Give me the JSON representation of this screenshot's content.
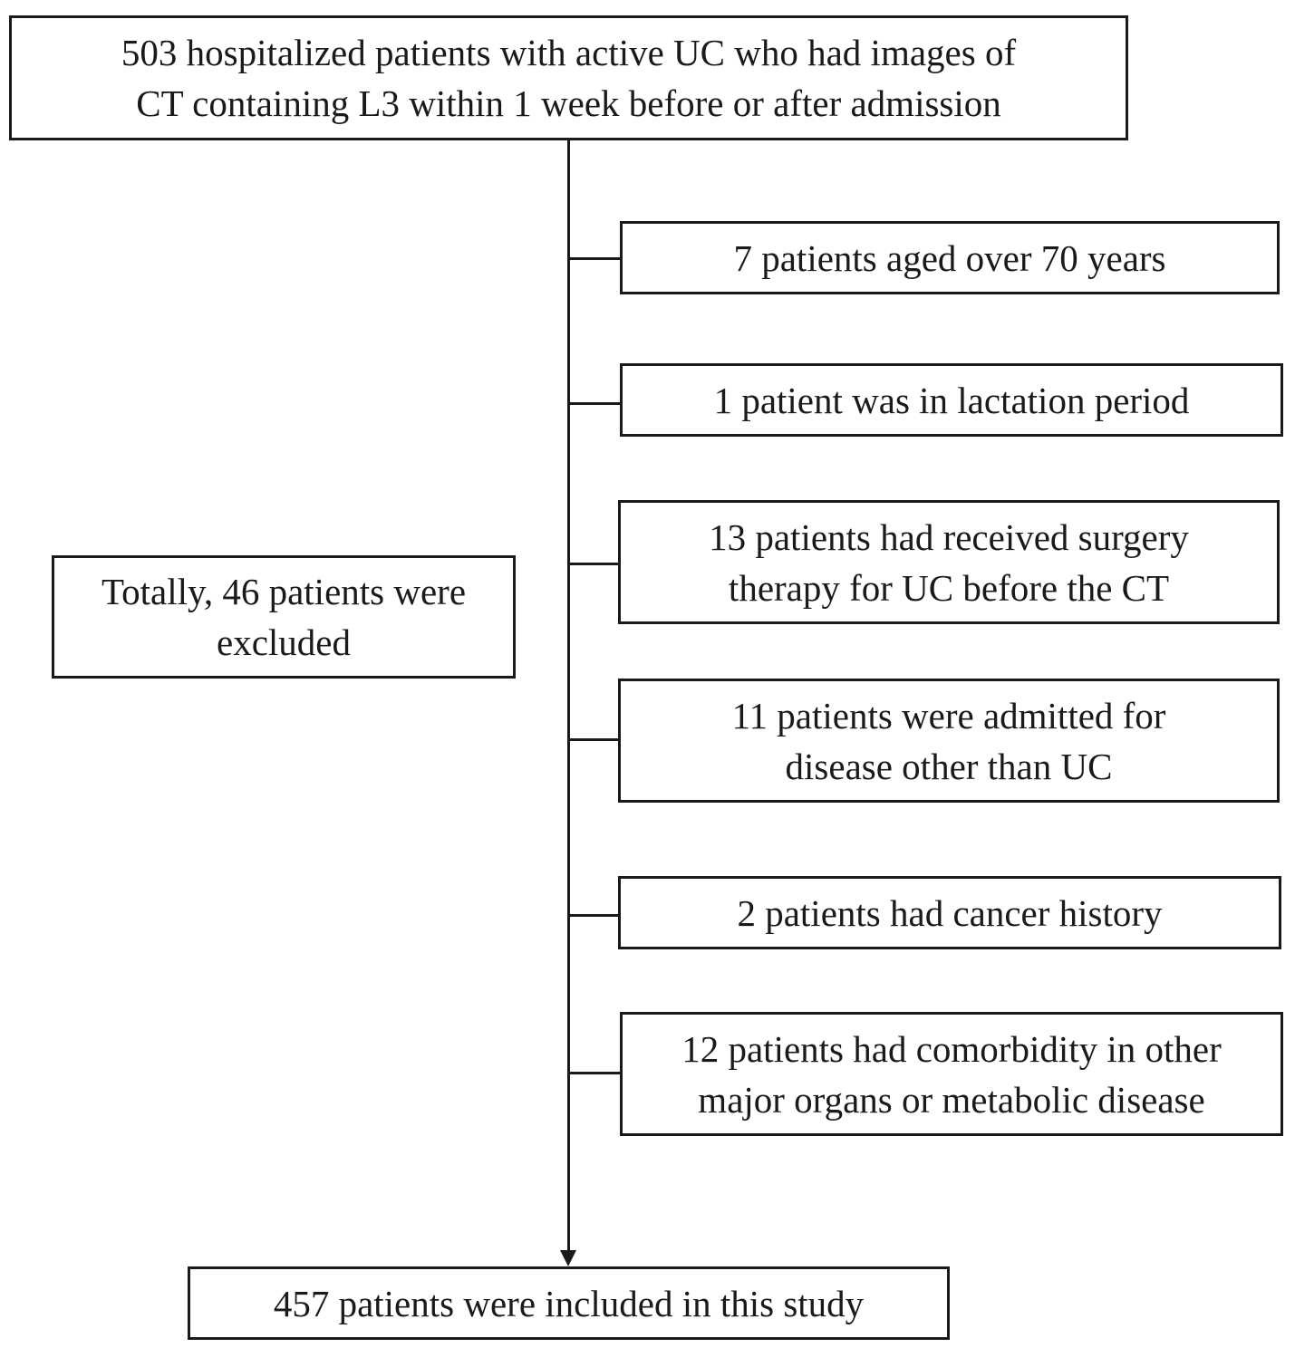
{
  "flowchart": {
    "top_box": {
      "lines": [
        "503 hospitalized patients with active UC  who had images of",
        "CT containing L3 within 1 week before or after admission"
      ]
    },
    "summary_box": {
      "lines": [
        "Totally, 46 patients were",
        "excluded"
      ]
    },
    "exclusions": [
      {
        "lines": [
          "7 patients aged over 70 years"
        ]
      },
      {
        "lines": [
          "1 patient  was in  lactation period"
        ]
      },
      {
        "lines": [
          "13 patients had received surgery",
          "therapy for UC before the CT"
        ]
      },
      {
        "lines": [
          "11 patients were admitted for",
          "disease other than UC"
        ]
      },
      {
        "lines": [
          "2 patients had cancer history"
        ]
      },
      {
        "lines": [
          "12 patients had comorbidity in other",
          "major organs or metabolic disease"
        ]
      }
    ],
    "bottom_box": {
      "lines": [
        "457 patients were included in this study"
      ]
    }
  }
}
